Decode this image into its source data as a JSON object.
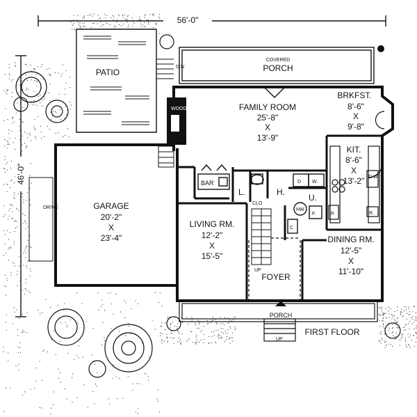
{
  "plan": {
    "floor_label": "FIRST FLOOR",
    "overall_width": "56'-0\"",
    "overall_depth": "46'-0\"",
    "rooms": {
      "patio": "PATIO",
      "covered_porch": {
        "line1": "COVERED",
        "line2": "PORCH"
      },
      "family_room": {
        "name": "FAMILY ROOM",
        "w": "25'-8\"",
        "x": "X",
        "d": "13'-9\""
      },
      "breakfast": {
        "name": "BRKFST.",
        "w": "8'-6\"",
        "x": "X",
        "d": "9'-8\""
      },
      "kitchen": {
        "name": "KIT.",
        "w": "8'-6\"",
        "x": "X",
        "d": "13'-2\""
      },
      "garage": {
        "name": "GARAGE",
        "w": "20'-2\"",
        "x": "X",
        "d": "23'-4\""
      },
      "living_room": {
        "name": "LIVING RM.",
        "w": "12'-2\"",
        "x": "X",
        "d": "15'-5\""
      },
      "dining_room": {
        "name": "DINING RM.",
        "w": "12'-5\"",
        "x": "X",
        "d": "11'-10\""
      },
      "foyer": "FOYER",
      "porch": "PORCH"
    },
    "fixtures": {
      "wood": "WOOD",
      "bar": "BAR",
      "laundry": "L.",
      "half_bath": "H.",
      "utility": "U.",
      "closet": "CLO",
      "closet_c": "C",
      "dryer": "D",
      "washer": "W.",
      "water_heater": "HW",
      "furnace": "F.",
      "pantry": "P.",
      "dishwasher": "D.W.",
      "refrigerator": "R.",
      "drive": "DRIVE",
      "stair_up": "UP",
      "porch_step_up": "UP",
      "dn": "D N"
    }
  }
}
